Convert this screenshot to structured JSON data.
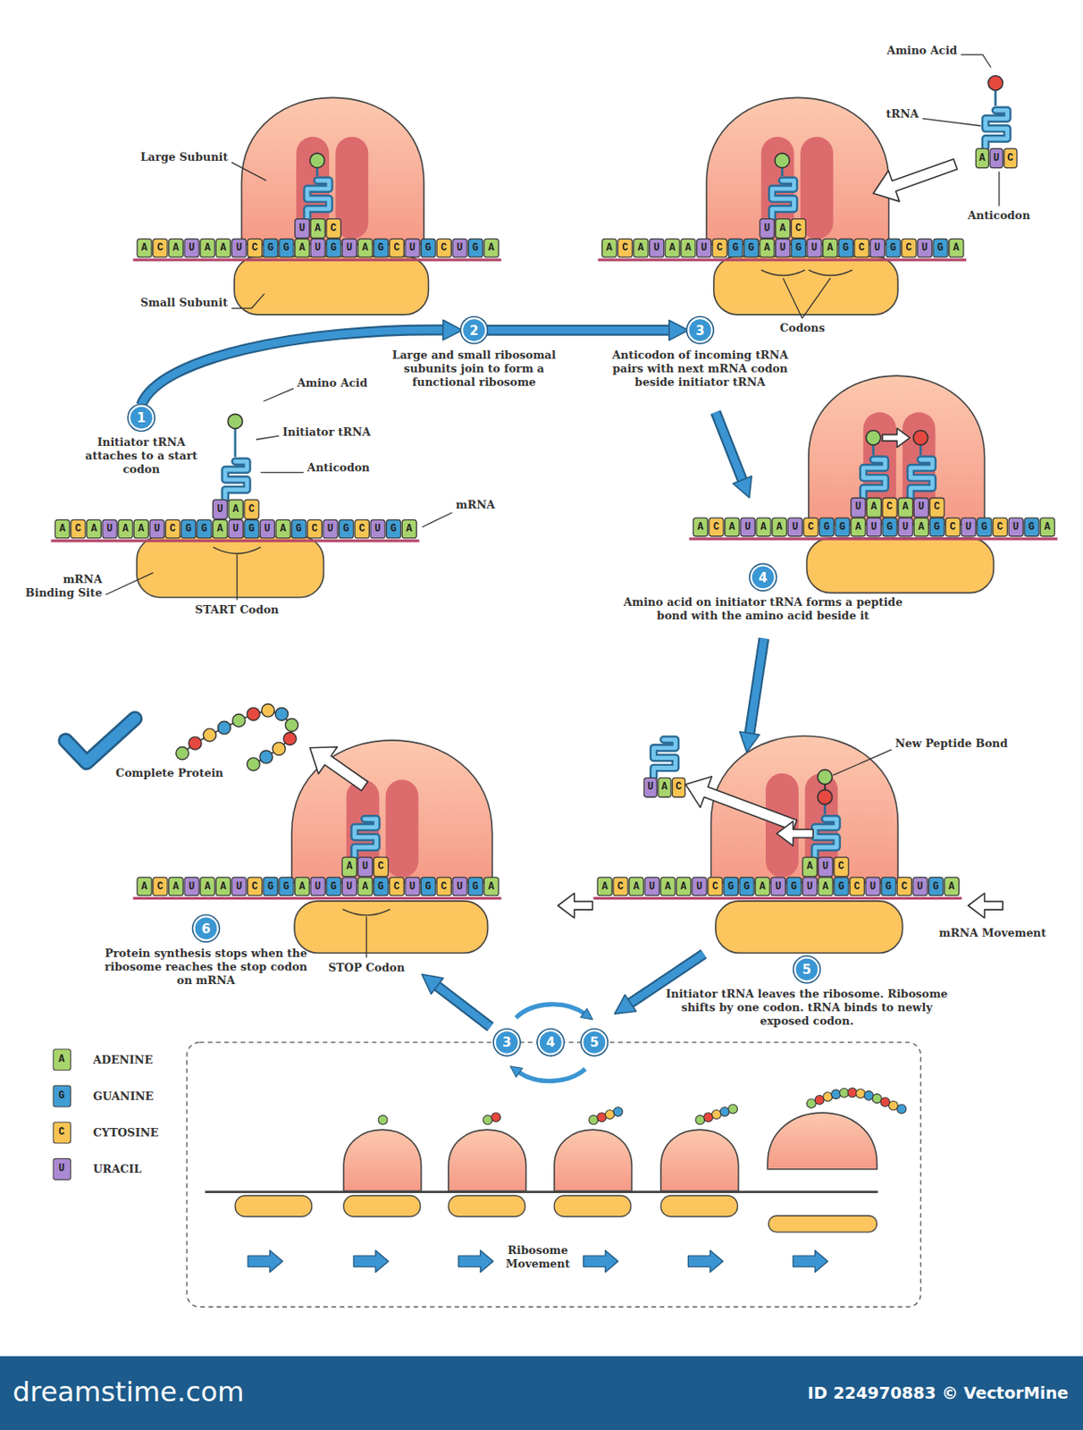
{
  "diagram": {
    "nodes": [
      {
        "text": [
          "1",
          "Initiator tRNA attaches to a start codon"
        ]
      },
      {
        "text": [
          "2",
          "Large and small ribosomal subunits join to form a functional ribosome"
        ]
      },
      {
        "text": [
          "3",
          "Anticodon of incoming tRNA pairs with next mRNA codon beside initiator tRNA"
        ]
      },
      {
        "text": [
          "4",
          "Amino acid on initiator tRNA forms a peptide bond with the amino acid beside it"
        ]
      },
      {
        "text": [
          "5",
          "Initiator tRNA leaves the ribosome. Ribosome shifts by one codon. tRNA binds to newly exposed codon."
        ]
      },
      {
        "text": [
          "6",
          "Protein synthesis stops when the ribosome reaches the stop codon on mRNA"
        ]
      },
      {
        "text": [
          "3"
        ]
      },
      {
        "text": [
          "4"
        ]
      },
      {
        "text": [
          "5"
        ]
      }
    ],
    "edges": [
      {
        "from": 0,
        "to": 1,
        "arrow": "to"
      },
      {
        "from": 1,
        "to": 2,
        "arrow": "to"
      }
    ],
    "labels": [
      "Large Subunit",
      "Small Subunit",
      "Amino Acid",
      "tRNA",
      "Anticodon",
      "Codons",
      "Amino Acid",
      "Initiator tRNA",
      "Anticodon",
      "mRNA",
      "mRNA Binding Site",
      "START Codon",
      "New Peptide Bond",
      "mRNA Movement",
      "Complete Protein",
      "STOP Codon",
      "Ribosome Movement",
      "A",
      "G",
      "C",
      "U",
      "dreamstime.com",
      "ID 224970883 © VectorMine",
      "ACAUAAUCGGAUGUAGCUGCUGA",
      "ACAUAAUCGGAUGUAGCUGCUGA",
      "ACAUAAUCGGAUGUAGCUGCUGA",
      "ACAUAAUCGGAUGUAGCUGCUGA",
      "ACAUAAUCGGAUGUAGCUGCUGA",
      "ACAUAAUCGGAUGUAGCUGCUGA",
      "UAC",
      "UAC",
      "UAC",
      "AUC",
      "UAC",
      "AUC",
      "UAC",
      "AUC",
      "AUC"
    ],
    "legend": [
      {
        "text": "ADENINE",
        "color": "#a8d46c"
      },
      {
        "text": "GUANINE",
        "color": "#3f9dd3"
      },
      {
        "text": "CYTOSINE",
        "color": "#f7c453"
      },
      {
        "text": "URACIL",
        "color": "#ab8ad3"
      }
    ]
  }
}
